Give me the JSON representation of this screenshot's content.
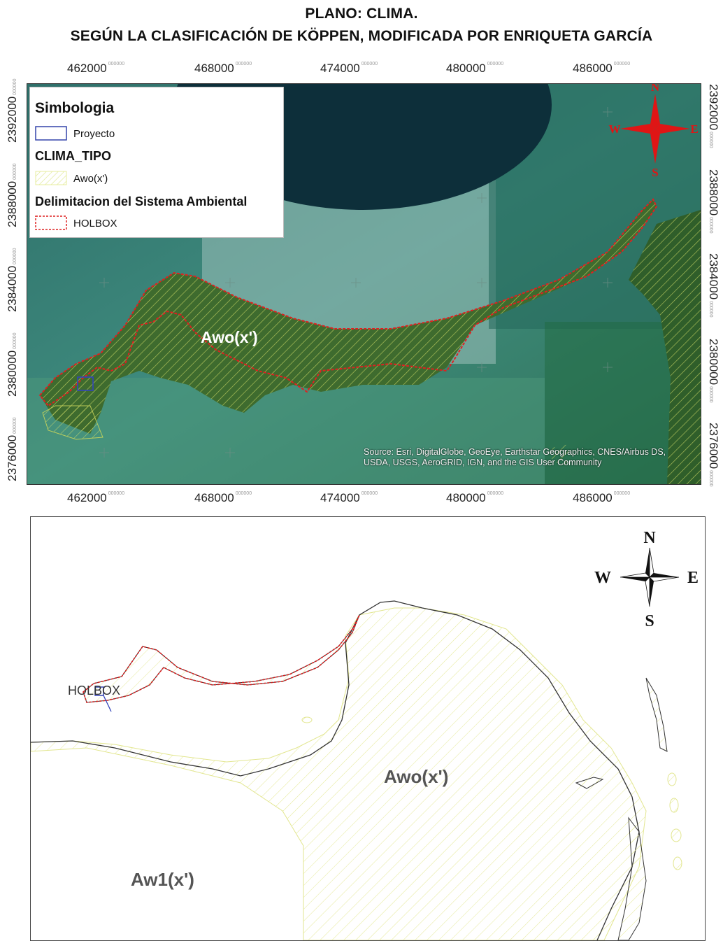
{
  "title": {
    "line1": "PLANO: CLIMA.",
    "line2": "SEGÚN LA CLASIFICACIÓN DE KÖPPEN, MODIFICADA POR ENRIQUETA GARCÍA"
  },
  "grid": {
    "x_labels": [
      "462000",
      "468000",
      "474000",
      "480000",
      "486000"
    ],
    "y_labels": [
      "2392000",
      "2388000",
      "2384000",
      "2380000",
      "2376000"
    ],
    "minor_suffix": "000000"
  },
  "legend": {
    "title": "Simbologia",
    "items": [
      {
        "heading": "",
        "label": "Proyecto",
        "color": "#3344aa"
      },
      {
        "heading": "CLIMA_TIPO",
        "label": "Awo(x')",
        "color": "#e8ef9a"
      },
      {
        "heading": "Delimitacion del Sistema Ambiental",
        "label": "HOLBOX",
        "color": "#dd2222"
      }
    ]
  },
  "source_text": "Source: Esri, DigitalGlobe, GeoEye, Earthstar Geographics, CNES/Airbus DS, USDA, USGS, AeroGRID, IGN, and the GIS User Community",
  "map1_labels": {
    "climate": "Awo(x')"
  },
  "map2_labels": {
    "climate_a": "Awo(x')",
    "climate_b": "Aw1(x')",
    "place": "HOLBOX"
  },
  "compass": {
    "n": "N",
    "s": "S",
    "e": "E",
    "w": "W",
    "color_top": "#e01515",
    "color_bottom": "#111111"
  }
}
